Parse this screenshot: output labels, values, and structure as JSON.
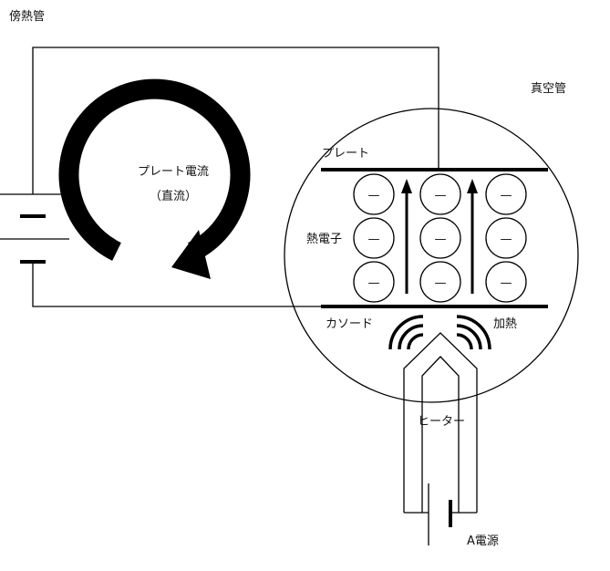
{
  "labels": {
    "page_title": "傍熱管",
    "tube": "真空管",
    "plate": "プレート",
    "plate_current": "プレート電流",
    "dc": "（直流）",
    "thermal_electron": "熱電子",
    "cathode": "カソード",
    "heating": "加熱",
    "heater": "ヒーター",
    "a_supply": "A電源",
    "electron_sign": "—"
  },
  "electron_grid": {
    "columns": 3,
    "rows": 3
  },
  "icons": {
    "plate_current_arrow": "circular-arrow-icon",
    "electron": "electron-icon",
    "heat_waves": "heat-wave-icon",
    "battery": "battery-icon"
  },
  "colors": {
    "stroke": "#000000",
    "background": "#ffffff"
  }
}
